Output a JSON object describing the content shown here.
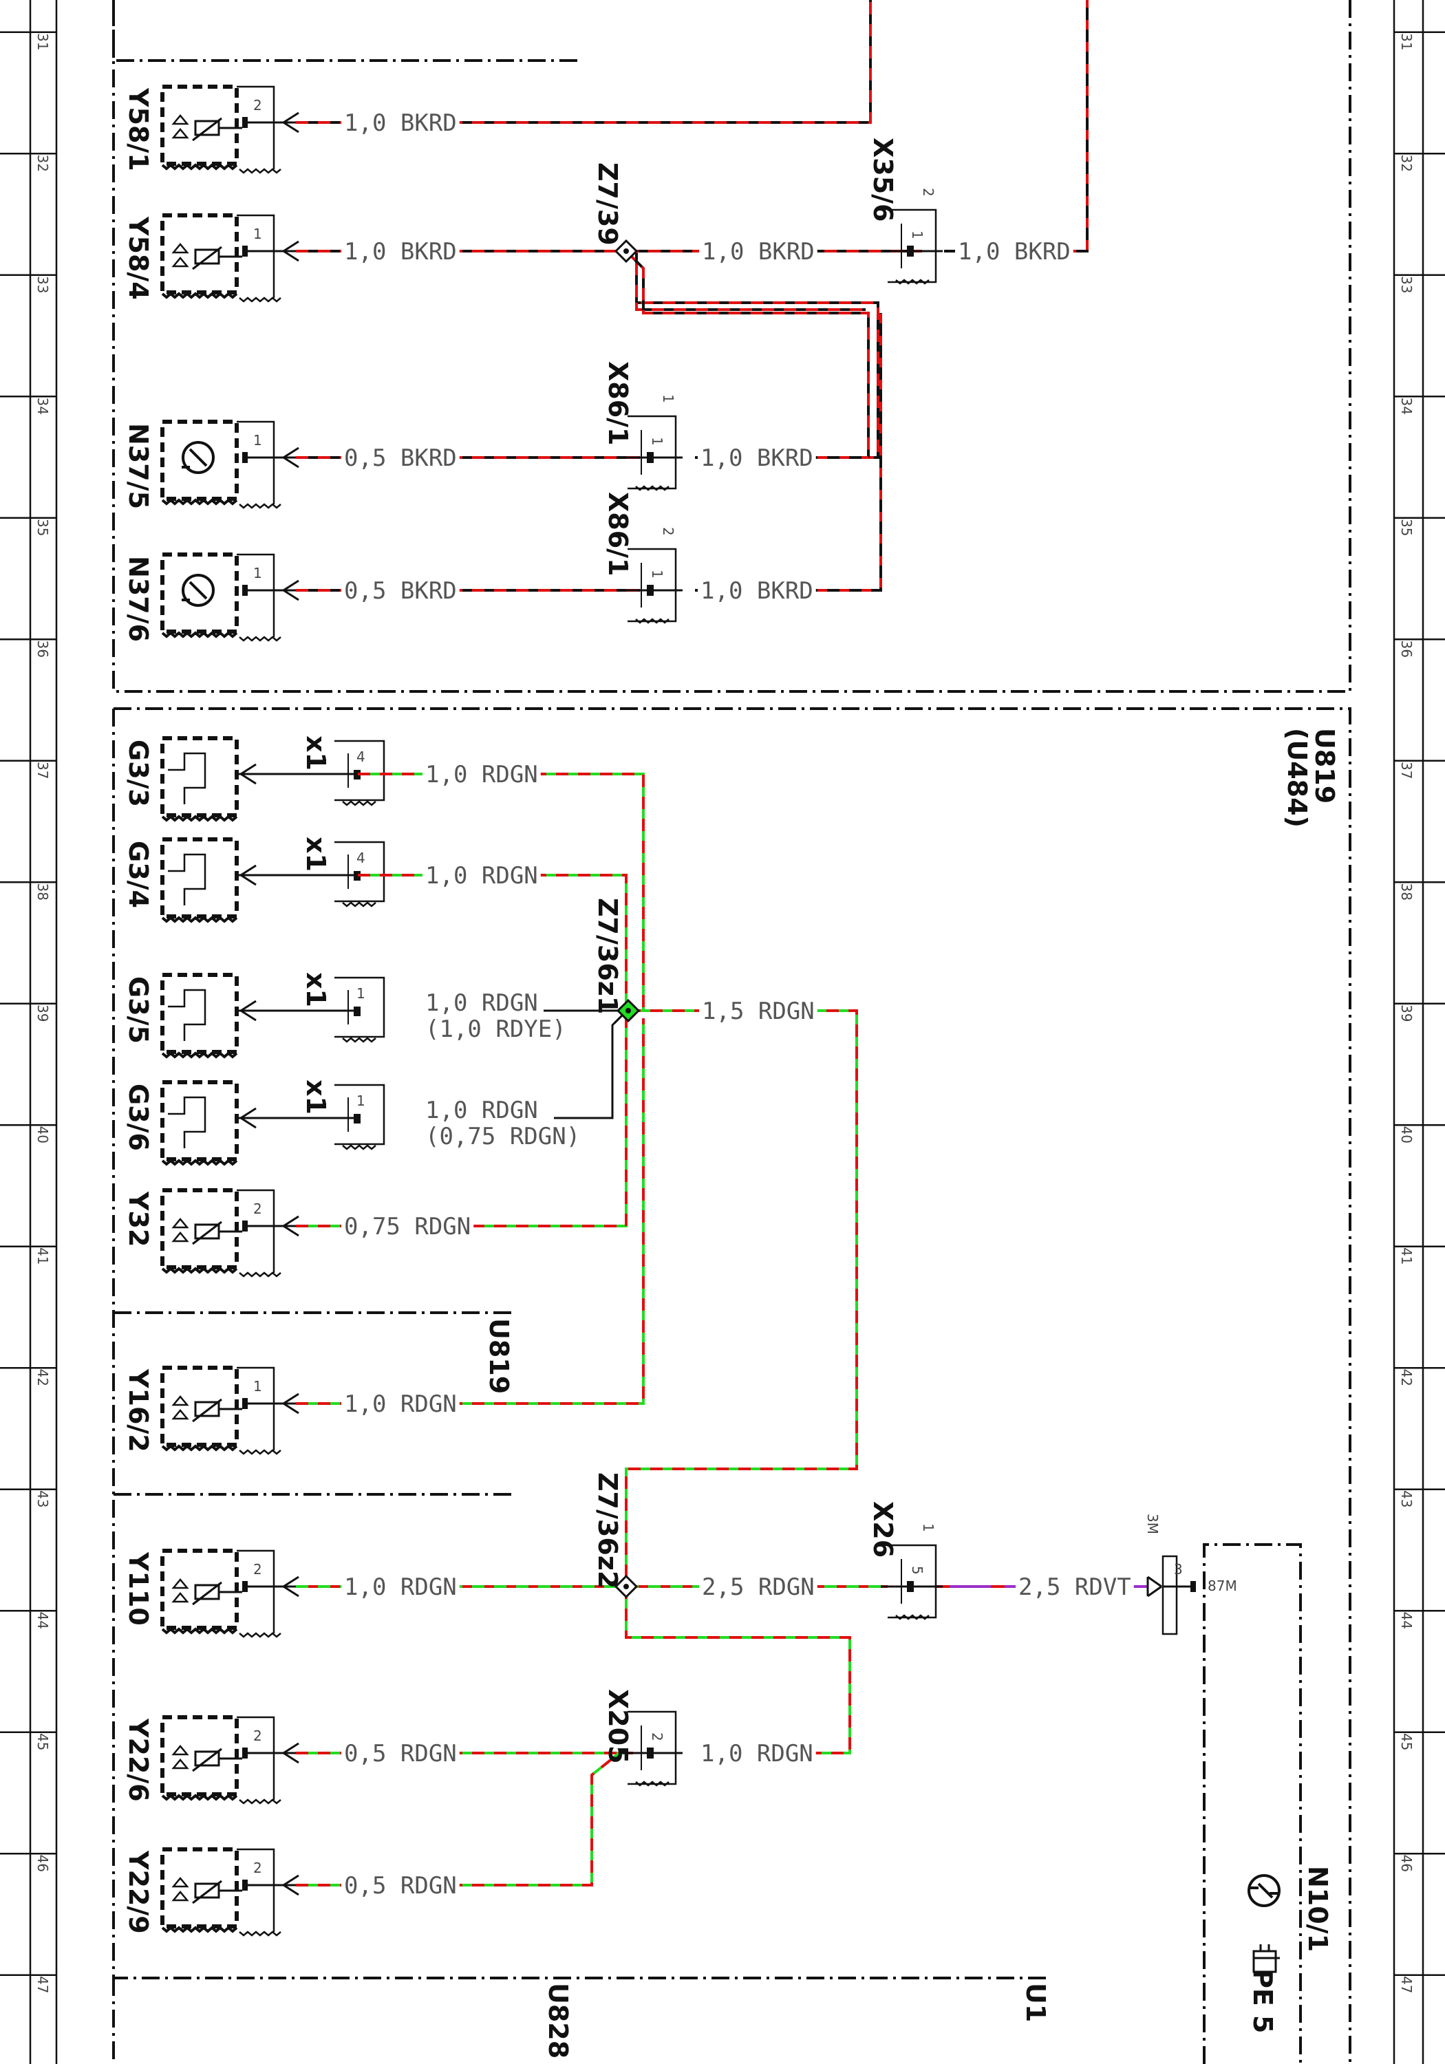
{
  "colors": {
    "red": "#e01010",
    "green": "#22dd22",
    "black": "#111111",
    "violet": "#9b2fc9"
  },
  "ruler": {
    "left_numbers": [
      "31",
      "32",
      "33",
      "34",
      "35",
      "36",
      "37",
      "38",
      "39",
      "40",
      "41",
      "42",
      "43",
      "44",
      "45",
      "46",
      "47"
    ],
    "right_numbers": [
      "31",
      "32",
      "33",
      "34",
      "35",
      "36",
      "37",
      "38",
      "39",
      "40",
      "41",
      "42",
      "43",
      "44",
      "45",
      "46",
      "47"
    ]
  },
  "frame_labels": {
    "u819_u484": "U819\n(U484)",
    "u819": "U819",
    "u828": "U828",
    "u1": "U1",
    "n10_1": "N10/1",
    "pe": "PE 5"
  },
  "components": [
    {
      "name": "Y58/1",
      "type": "valve",
      "pin": "2",
      "wire": "1,0 BKRD"
    },
    {
      "name": "Y58/4",
      "type": "valve",
      "pin": "1",
      "wire": "1,0 BKRD"
    },
    {
      "name": "N37/5",
      "type": "sensor",
      "pin": "1",
      "wire": "0,5 BKRD"
    },
    {
      "name": "N37/6",
      "type": "sensor",
      "pin": "1",
      "wire": "0,5 BKRD"
    },
    {
      "name": "G3/3",
      "type": "probe",
      "pin": "",
      "wire": "1,0 RDGN",
      "connector": "x1",
      "cpin": "4"
    },
    {
      "name": "G3/4",
      "type": "probe",
      "pin": "",
      "wire": "1,0 RDGN",
      "connector": "x1",
      "cpin": "4"
    },
    {
      "name": "G3/5",
      "type": "probe",
      "pin": "",
      "wire": "1,0 RDGN",
      "wire_alt": "(1,0 RDYE)",
      "connector": "x1",
      "cpin": "1"
    },
    {
      "name": "G3/6",
      "type": "probe",
      "pin": "",
      "wire": "1,0 RDGN",
      "wire_alt": "(0,75 RDGN)",
      "connector": "x1",
      "cpin": "1"
    },
    {
      "name": "Y32",
      "type": "valve",
      "pin": "2",
      "wire": "0,75 RDGN"
    },
    {
      "name": "Y16/2",
      "type": "valve",
      "pin": "1",
      "wire": "1,0 RDGN"
    },
    {
      "name": "Y110",
      "type": "valve",
      "pin": "2",
      "wire": "1,0 RDGN"
    },
    {
      "name": "Y22/6",
      "type": "valve",
      "pin": "2",
      "wire": "0,5 RDGN"
    },
    {
      "name": "Y22/9",
      "type": "valve",
      "pin": "2",
      "wire": "0,5 RDGN"
    }
  ],
  "splices": [
    {
      "name": "Z7/39"
    },
    {
      "name": "Z7/36z1"
    },
    {
      "name": "Z7/36z2"
    }
  ],
  "connectors": [
    {
      "name": "X35/6",
      "top_pin": "2",
      "pin": "1",
      "wire_out": "1,0 BKRD",
      "wire_in": "1,0 BKRD"
    },
    {
      "name": "X86/1",
      "top_pin": "1",
      "pin": "1",
      "wire_out": "1,0 BKRD"
    },
    {
      "name": "X86/1",
      "top_pin": "2",
      "pin": "1",
      "wire_out": "1,0 BKRD"
    },
    {
      "name": "X26",
      "top_pin": "1",
      "pin": "5",
      "wire_in": "2,5 RDGN",
      "wire_out": "2,5 RDVT"
    },
    {
      "name": "X205",
      "top_pin": "",
      "pin": "2",
      "wire_out": "1,0 RDGN"
    }
  ],
  "splice_wires": {
    "z7_36z1_out": "1,5 RDGN"
  },
  "n10_terminal": {
    "top": "3M",
    "pin": "3",
    "terminal": "87M"
  }
}
